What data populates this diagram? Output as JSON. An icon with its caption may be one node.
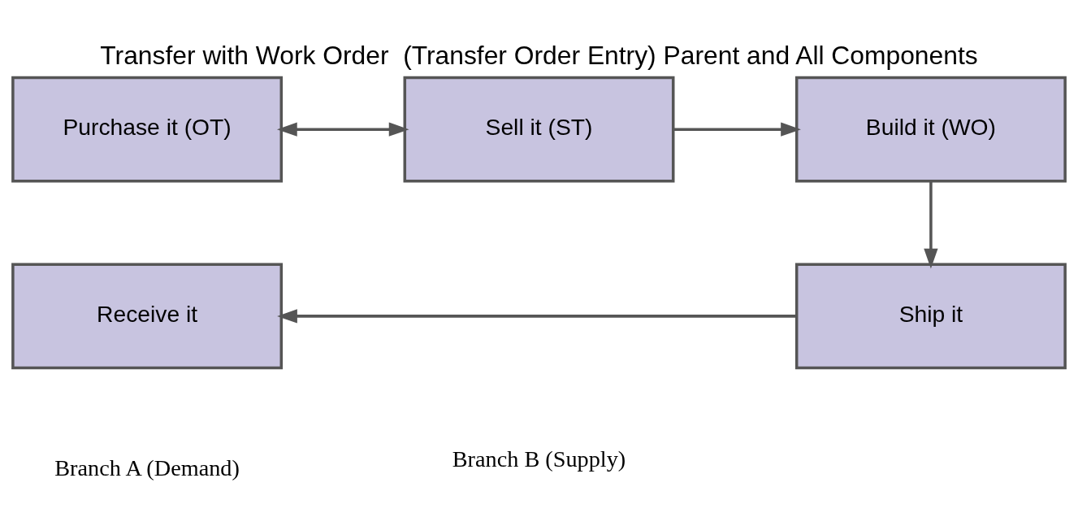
{
  "diagram": {
    "title": "Transfer with Work Order  (Transfer Order Entry) Parent and All Components",
    "nodes": [
      {
        "text": [
          "Purchase it (OT)"
        ]
      },
      {
        "text": [
          "Sell it (ST)"
        ]
      },
      {
        "text": [
          "Build it (WO)"
        ]
      },
      {
        "text": [
          "Receive it"
        ]
      },
      {
        "text": [
          "Ship it"
        ]
      }
    ],
    "edges": [
      {
        "from": 0,
        "to": 1,
        "arrow": "both"
      },
      {
        "from": 1,
        "to": 2,
        "arrow": "to"
      },
      {
        "from": 2,
        "to": 4,
        "arrow": "to"
      },
      {
        "from": 4,
        "to": 3,
        "arrow": "to"
      }
    ],
    "labels": [
      "Branch A (Demand)",
      "Branch B (Supply)"
    ]
  }
}
